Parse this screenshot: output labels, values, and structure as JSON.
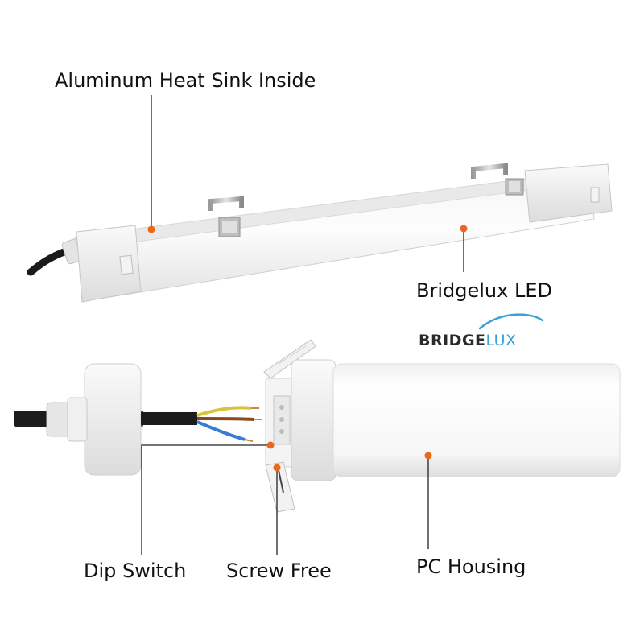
{
  "callouts": {
    "heat_sink": "Aluminum Heat Sink Inside",
    "led": "Bridgelux LED",
    "dip_switch": "Dip Switch",
    "screw_free": "Screw Free",
    "pc_housing": "PC Housing"
  },
  "brand_logo": {
    "bold": "BRIDGE",
    "light": "LUX"
  },
  "colors": {
    "marker": "#e8681c",
    "leader_line": "#222222",
    "wire_brown": "#8b4a1e",
    "wire_yellow_green": "#d8c33a",
    "wire_blue": "#3a7bd5",
    "brand_accent": "#3aa0d8"
  }
}
